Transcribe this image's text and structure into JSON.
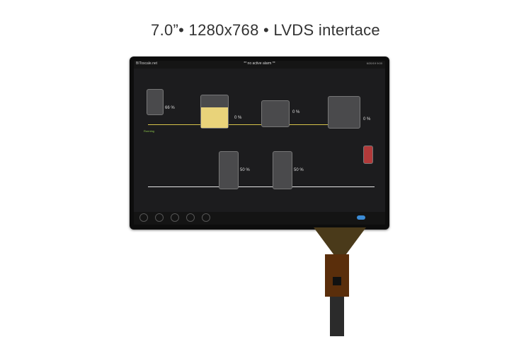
{
  "caption": "7.0”• 1280x768 • LVDS intertace",
  "screen": {
    "brand": "BIToscale.net",
    "alarm": "** no active alarm **",
    "datetime": "6/20/19 9:00"
  },
  "labels": {
    "pct1": "66 %",
    "pct2": "50 %",
    "pct3": "50 %",
    "pct4": "0 %",
    "pct5": "0 %",
    "status": "Running"
  }
}
